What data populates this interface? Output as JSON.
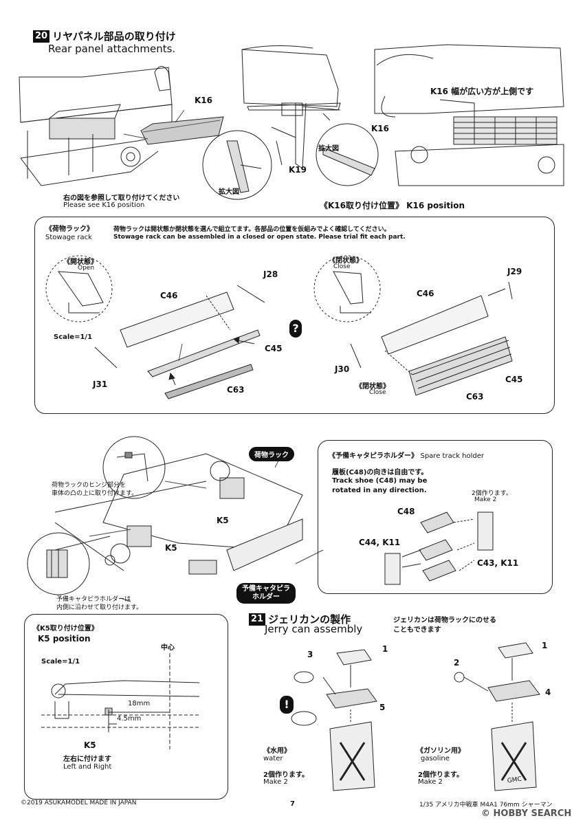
{
  "step20": {
    "number": "20",
    "title_jp": "リヤパネル部品の取り付け",
    "title_en": "Rear panel attachments.",
    "k16": "K16",
    "k16_b": "K16",
    "k19": "K19",
    "enlarged_1": "拡大図",
    "enlarged_2": "拡大図",
    "note_jp": "右の図を参照して取り付けてください",
    "note_en": "Please see K16 position",
    "k16_wide_side": "K16 幅が広い方が上側です",
    "k16_position": "《K16取り付け位置》 K16 position"
  },
  "stowage": {
    "heading_jp": "《荷物ラック》",
    "heading_en": "Stowage rack",
    "desc_jp": "荷物ラックは開状態か閉状態を選んで組立てます。各部品の位置を仮組みでよく確認してください。",
    "desc_en": "Stowage rack can be assembled in a closed or open state. Please trial fit each part.",
    "open_jp": "《開状態》",
    "open_en": "Open",
    "close_jp": "《閉状態》",
    "close_en": "Close",
    "close_jp_2": "《閉状態》",
    "close_en_2": "Close",
    "scale": "Scale=1/1",
    "j28": "J28",
    "j29": "J29",
    "j30": "J30",
    "j31": "J31",
    "c46_a": "C46",
    "c46_b": "C46",
    "c45_a": "C45",
    "c45_b": "C45",
    "c63_a": "C63",
    "c63_b": "C63",
    "or_mark": "?"
  },
  "hull": {
    "hinge_note_1": "荷物ラックのヒンジ部分を",
    "hinge_note_2": "車体の凸の上に取り付けます。",
    "k5_a": "K5",
    "k5_b": "K5",
    "holder_note_1": "予備キャタピラホルダーは",
    "holder_note_2": "内側に沿わせて取り付けます。",
    "tag_rack": "荷物ラック",
    "tag_track_1": "予備キャタピラ",
    "tag_track_2": "ホルダー"
  },
  "spare_track": {
    "heading_jp": "《予備キャタピラホルダー》",
    "heading_en": "Spare track holder",
    "note_jp": "履板(C48)の向きは自由です。",
    "note_en_1": "Track shoe (C48) may be",
    "note_en_2": "rotated in any direction.",
    "make_jp": "2個作ります。",
    "make_en": "Make 2",
    "c48": "C48",
    "c44_k11": "C44, K11",
    "c43_k11": "C43, K11"
  },
  "k5pos": {
    "heading_jp": "《K5取り付け位置》",
    "heading_en": "K5 position",
    "center": "中心",
    "scale": "Scale=1/1",
    "dim_18": "18mm",
    "dim_45": "4.5mm",
    "k5": "K5",
    "lr_jp": "左右に付けます",
    "lr_en": "Left and Right"
  },
  "step21": {
    "number": "21",
    "title_jp": "ジェリカンの製作",
    "title_en": "Jerry can assembly",
    "note_jp_1": "ジェリカンは荷物ラックにのせる",
    "note_jp_2": "こともできます",
    "p1_a": "1",
    "p3": "3",
    "p5": "5",
    "p1_b": "1",
    "p2": "2",
    "p4": "4",
    "water_jp": "《水用》",
    "water_en": "water",
    "gas_jp": "《ガソリン用》",
    "gas_en": "gasoline",
    "make_jp_a": "2個作ります。",
    "make_en_a": "Make 2",
    "make_jp_b": "2個作ります。",
    "make_en_b": "Make 2",
    "warn_mark": "!",
    "gmc": "GMC"
  },
  "footer": {
    "copyright": "©2019 ASUKAMODEL   MADE IN JAPAN",
    "page": "7",
    "product": "1/35 アメリカ中戦車 M4A1 76mm シャーマン",
    "watermark": "© HOBBY SEARCH"
  }
}
